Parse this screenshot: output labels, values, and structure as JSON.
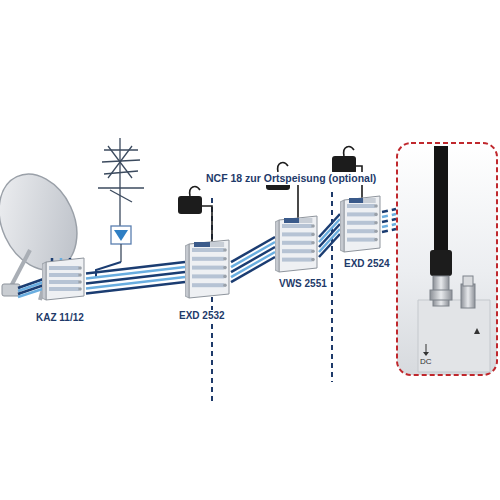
{
  "diagram": {
    "nodes": [
      {
        "text": [
          "KAZ 11/12"
        ]
      },
      {
        "text": [
          "EXD 2532"
        ]
      },
      {
        "text": [
          "VWS 2551"
        ]
      },
      {
        "text": [
          "EXD 2524"
        ]
      }
    ],
    "edges": [
      {
        "from": 0,
        "to": 1,
        "arrow": "none"
      },
      {
        "from": 1,
        "to": 2,
        "arrow": "none"
      },
      {
        "from": 2,
        "to": 3,
        "arrow": "none"
      }
    ],
    "labels": [
      "NCF 18 zur Ortspeisung (optional)",
      "DC"
    ]
  }
}
